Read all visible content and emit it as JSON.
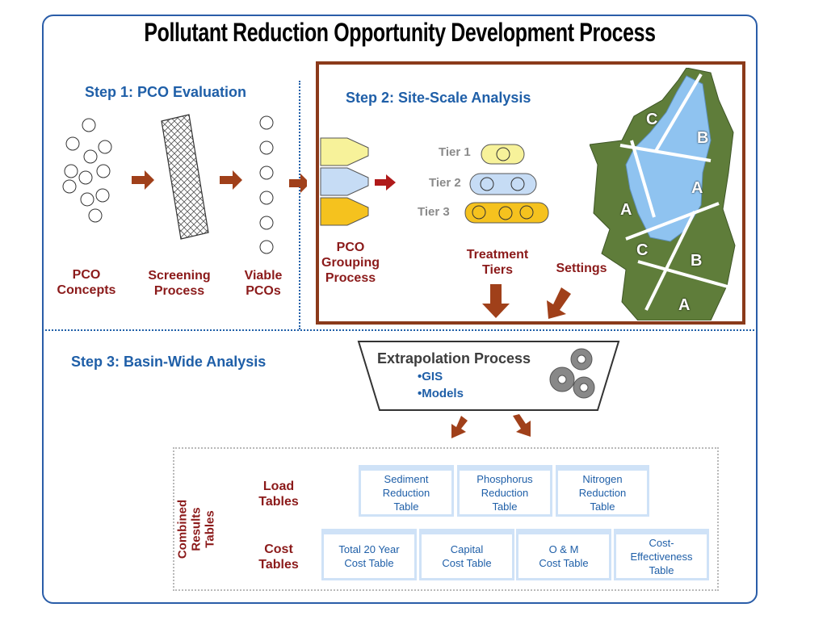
{
  "title": "Pollutant Reduction Opportunity Development Process",
  "step1": {
    "title": "Step 1: PCO Evaluation",
    "labels": {
      "concepts": "PCO\nConcepts",
      "screening": "Screening\nProcess",
      "viable": "Viable\nPCOs"
    }
  },
  "step2": {
    "title": "Step 2: Site-Scale Analysis",
    "grouping_label": "PCO\nGrouping\nProcess",
    "tiers": [
      {
        "label": "Tier 1",
        "circles": 1,
        "color": "#f7f29a"
      },
      {
        "label": "Tier 2",
        "circles": 2,
        "color": "#c6dcf5"
      },
      {
        "label": "Tier 3",
        "circles": 3,
        "color": "#f5c21e"
      }
    ],
    "treatment_label": "Treatment\nTiers",
    "settings_label": "Settings",
    "map_labels": [
      "C",
      "B",
      "A",
      "A",
      "C",
      "B",
      "A"
    ]
  },
  "step3": {
    "title": "Step 3: Basin-Wide Analysis",
    "extrapolation": {
      "title": "Extrapolation Process",
      "bullets": [
        "•GIS",
        "•Models"
      ]
    },
    "combined_label": "Combined Results\nTables",
    "load_label": "Load\nTables",
    "cost_label": "Cost\nTables",
    "load_tables": [
      "Sediment\nReduction\nTable",
      "Phosphorus\nReduction\nTable",
      "Nitrogen\nReduction\nTable"
    ],
    "cost_tables": [
      "Total 20 Year\nCost Table",
      "Capital\nCost Table",
      "O & M\nCost Table",
      "Cost-\nEffectiveness\nTable"
    ]
  },
  "colors": {
    "accent_blue": "#1f5fa8",
    "dark_red": "#8b1a1a",
    "arrow_brown": "#a0401a",
    "frame_brown": "#8b3a1a"
  }
}
